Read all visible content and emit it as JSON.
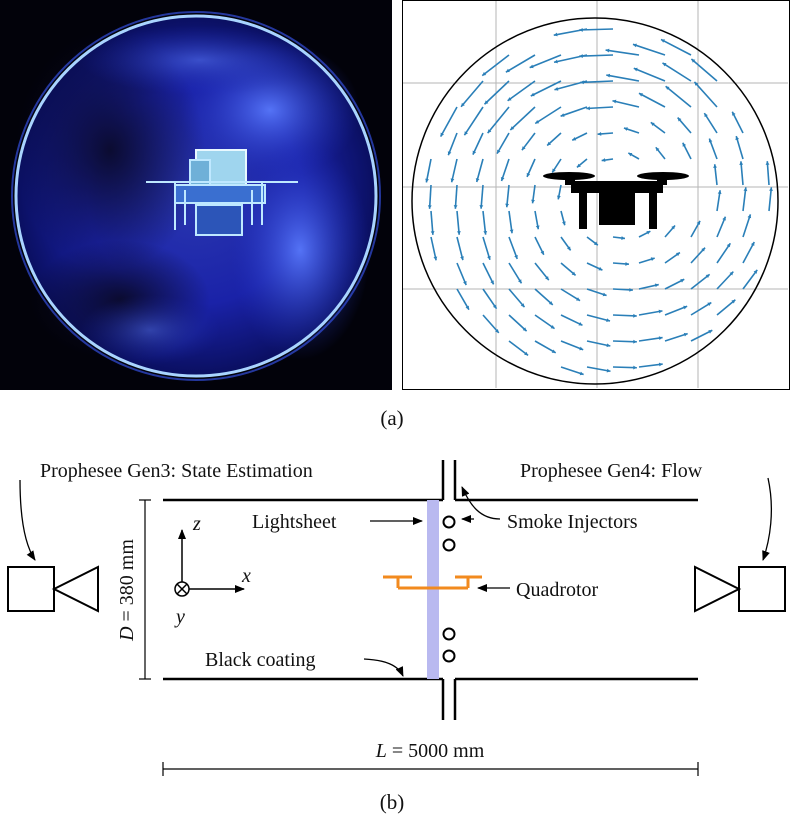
{
  "panel_a": {
    "caption": "(a)",
    "photo": {
      "description_icon": "quadrotor-smoke-photo"
    },
    "flow_field": {
      "icon": "quadrotor-silhouette-icon",
      "arrow_color": "#2a7fb8",
      "grid_color": "#b5b5b5"
    }
  },
  "panel_b": {
    "caption": "(b)",
    "left_camera_label": "Prophesee Gen3: State Estimation",
    "right_camera_label": "Prophesee Gen4: Flow",
    "lightsheet_label": "Lightsheet",
    "smoke_label": "Smoke Injectors",
    "quadrotor_label": "Quadrotor",
    "coating_label": "Black coating",
    "diameter_var": "D",
    "diameter_value": " = 380 mm",
    "length_var": "L",
    "length_value": " = 5000 mm",
    "axis_z": "z",
    "axis_x": "x",
    "axis_y": "y",
    "lightsheet_color": "#b9b9f0",
    "quadrotor_color": "#f28a1e"
  }
}
